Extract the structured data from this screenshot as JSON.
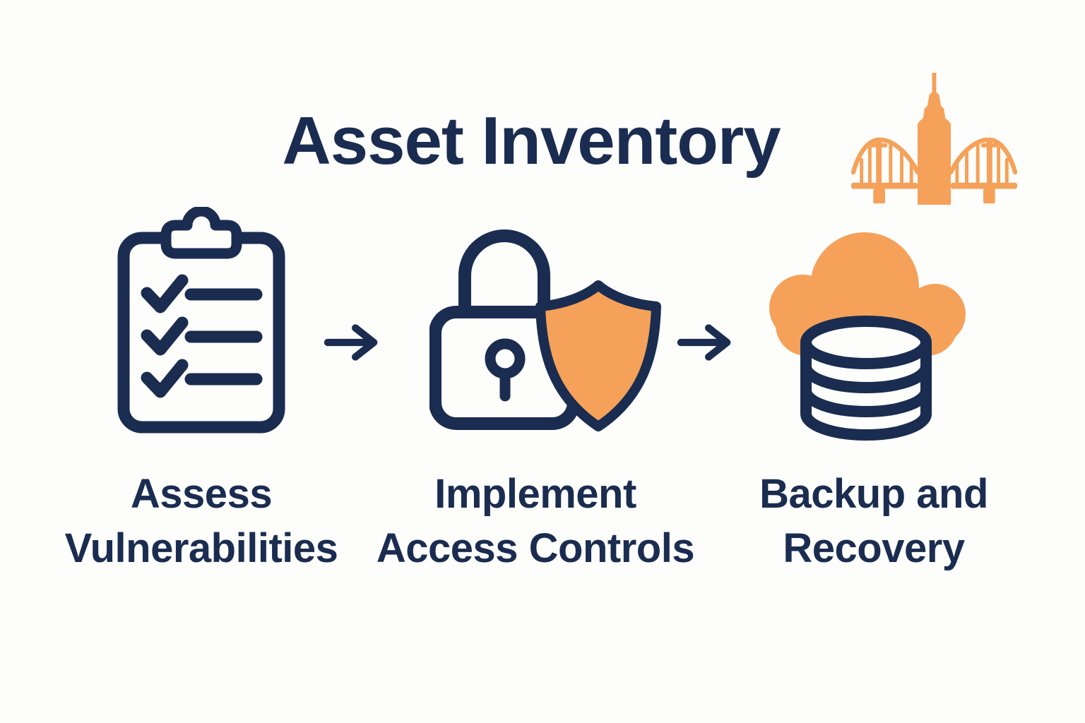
{
  "title": "Asset Inventory",
  "colors": {
    "navy": "#1A2C50",
    "orange": "#F5A159",
    "background": "#FDFDFB"
  },
  "decoration": {
    "icon": "bridge-and-skyscraper-icon"
  },
  "steps": [
    {
      "label": "Assess\nVulnerabilities",
      "icon": "checklist-clipboard-icon"
    },
    {
      "label": "Implement\nAccess Controls",
      "icon": "padlock-shield-icon"
    },
    {
      "label": "Backup and\nRecovery",
      "icon": "cloud-database-icon"
    }
  ],
  "connectors": [
    {
      "icon": "arrow-right-icon"
    },
    {
      "icon": "arrow-right-icon"
    }
  ]
}
